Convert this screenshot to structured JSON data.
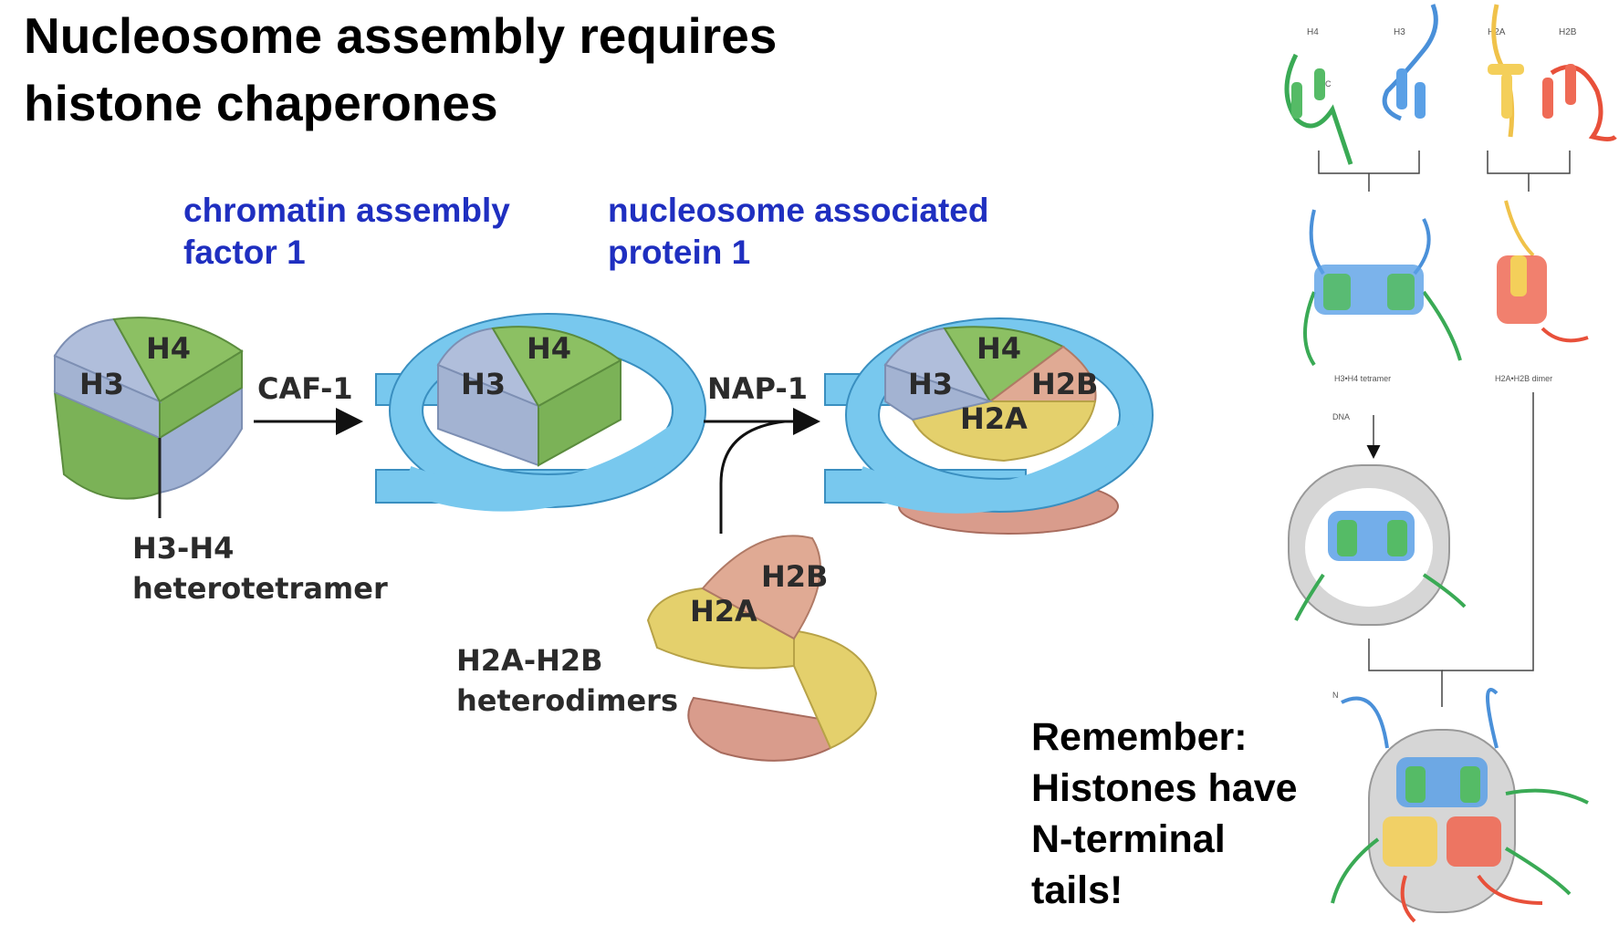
{
  "title": {
    "line1": "Nucleosome assembly requires",
    "line2": "histone chaperones"
  },
  "chaperones": {
    "caf1": {
      "full_line1": "chromatin assembly",
      "full_line2": "factor 1",
      "abbr": "CAF-1"
    },
    "nap1": {
      "full_line1": "nucleosome associated",
      "full_line2": "protein 1",
      "abbr": "NAP-1"
    }
  },
  "histone_labels": {
    "h3": "H3",
    "h4": "H4",
    "h2a": "H2A",
    "h2b": "H2B"
  },
  "complexes": {
    "tetramer_line1": "H3-H4",
    "tetramer_line2": "heterotetramer",
    "dimer_line1": "H2A-H2B",
    "dimer_line2": "heterodimers"
  },
  "structure_panel": {
    "top_labels": [
      "H4",
      "H3",
      "H2A",
      "H2B"
    ],
    "tetramer_caption": "H3•H4 tetramer",
    "dimer_caption": "H2A•H2B dimer",
    "dna_label": "DNA",
    "n_label": "N",
    "c_label": "C"
  },
  "note": {
    "line1": "Remember:",
    "line2": "Histones have",
    "line3": "N-terminal",
    "line4": "tails!"
  },
  "colors": {
    "h3": "#a9b8d6",
    "h4": "#8cc063",
    "h2a": "#e4d06c",
    "h2b": "#e0aa94",
    "dna": "#78c8ee",
    "chaperone_text": "#1f2fc0"
  }
}
